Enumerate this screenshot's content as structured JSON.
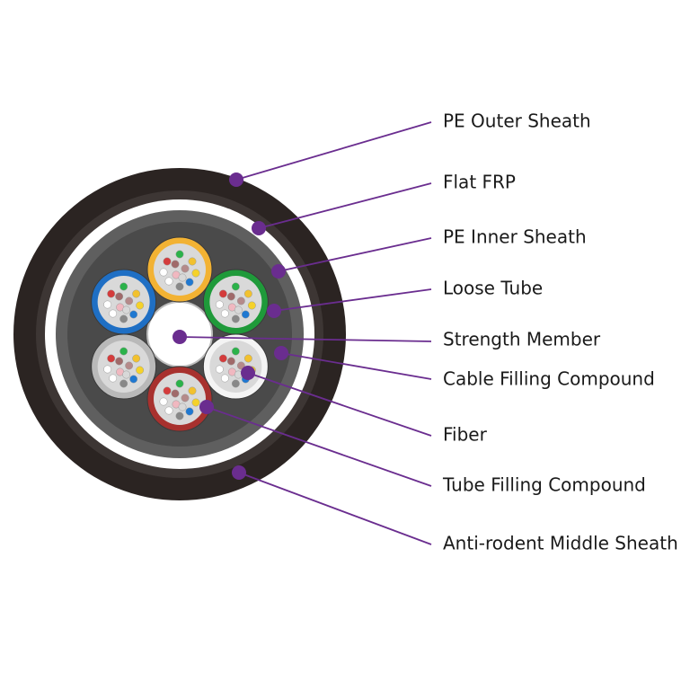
{
  "colors": {
    "accent": "#6a2d8f",
    "outer_sheath": "#2b2422",
    "middle_sheath": "#5a5350",
    "inner_core": "#4a4a4a"
  },
  "labels": {
    "pe_outer_sheath": "PE Outer Sheath",
    "flat_frp": "Flat FRP",
    "pe_inner_sheath": "PE Inner Sheath",
    "loose_tube": "Loose Tube",
    "strength_member": "Strength Member",
    "cable_filling_compound": "Cable Filling Compound",
    "fiber": "Fiber",
    "tube_filling_compound": "Tube Filling Compound",
    "anti_rodent_middle_sheath": "Anti-rodent Middle Sheath"
  },
  "tubes": [
    {
      "name": "orange",
      "color": "#f2b233"
    },
    {
      "name": "green",
      "color": "#1f9a3a"
    },
    {
      "name": "white",
      "color": "#f4f4f4"
    },
    {
      "name": "red",
      "color": "#a8312e"
    },
    {
      "name": "grey",
      "color": "#b9b9b9"
    },
    {
      "name": "blue",
      "color": "#1f6fc4"
    }
  ],
  "fiber_colors": [
    "#2bb24a",
    "#f2c12e",
    "#f5d22a",
    "#1f78d1",
    "#888888",
    "#ffffff",
    "#ffffff",
    "#d43b3b",
    "#a06a6a",
    "#b58a8a",
    "#f0b8c0",
    "#d8d8d8"
  ]
}
